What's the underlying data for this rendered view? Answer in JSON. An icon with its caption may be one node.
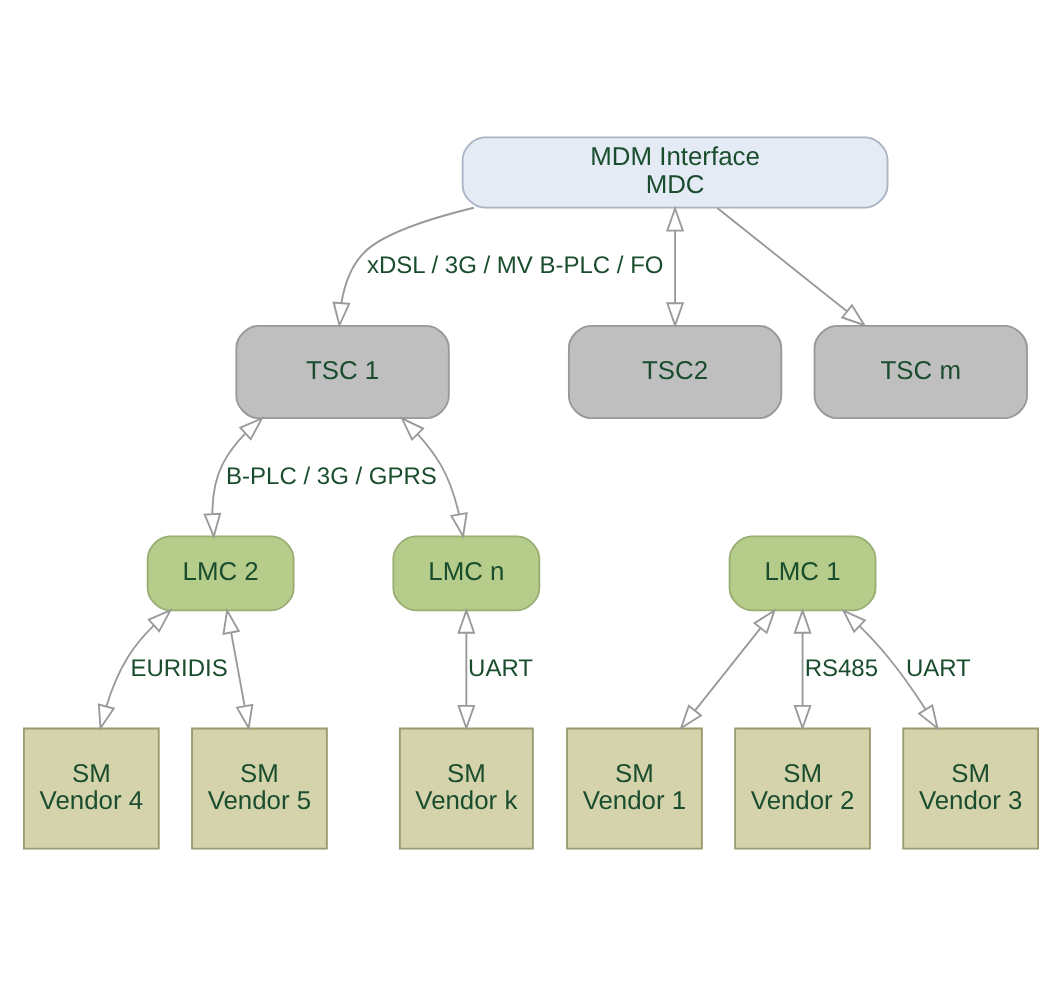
{
  "diagram": {
    "nodes": [
      {
        "text": [
          "MDM Interface",
          "MDC"
        ]
      },
      {
        "text": [
          "TSC 1"
        ]
      },
      {
        "text": [
          "TSC2"
        ]
      },
      {
        "text": [
          "TSC m"
        ]
      },
      {
        "text": [
          "LMC 1"
        ]
      },
      {
        "text": [
          "LMC 2"
        ]
      },
      {
        "text": [
          "LMC n"
        ]
      },
      {
        "text": [
          "SM",
          "Vendor 1"
        ]
      },
      {
        "text": [
          "SM",
          "Vendor 2"
        ]
      },
      {
        "text": [
          "SM",
          "Vendor 3"
        ]
      },
      {
        "text": [
          "SM",
          "Vendor 4"
        ]
      },
      {
        "text": [
          "SM",
          "Vendor 5"
        ]
      },
      {
        "text": [
          "SM",
          "Vendor k"
        ]
      }
    ],
    "edges": [
      {
        "from": 0,
        "to": 1,
        "arrow": "to",
        "label": "xDSL / 3G / MV B-PLC / FO"
      },
      {
        "from": 0,
        "to": 2,
        "arrow": "both"
      },
      {
        "from": 0,
        "to": 3,
        "arrow": "to"
      },
      {
        "from": 1,
        "to": 5,
        "arrow": "both",
        "label": "B-PLC / 3G / GPRS"
      },
      {
        "from": 1,
        "to": 6,
        "arrow": "both"
      },
      {
        "from": 4,
        "to": 7,
        "arrow": "both"
      },
      {
        "from": 4,
        "to": 8,
        "arrow": "both",
        "label": "RS485"
      },
      {
        "from": 4,
        "to": 9,
        "arrow": "both",
        "label": "UART"
      },
      {
        "from": 5,
        "to": 10,
        "arrow": "both",
        "label": "EURIDIS"
      },
      {
        "from": 5,
        "to": 11,
        "arrow": "both"
      },
      {
        "from": 6,
        "to": 12,
        "arrow": "both",
        "label": "UART"
      }
    ]
  }
}
